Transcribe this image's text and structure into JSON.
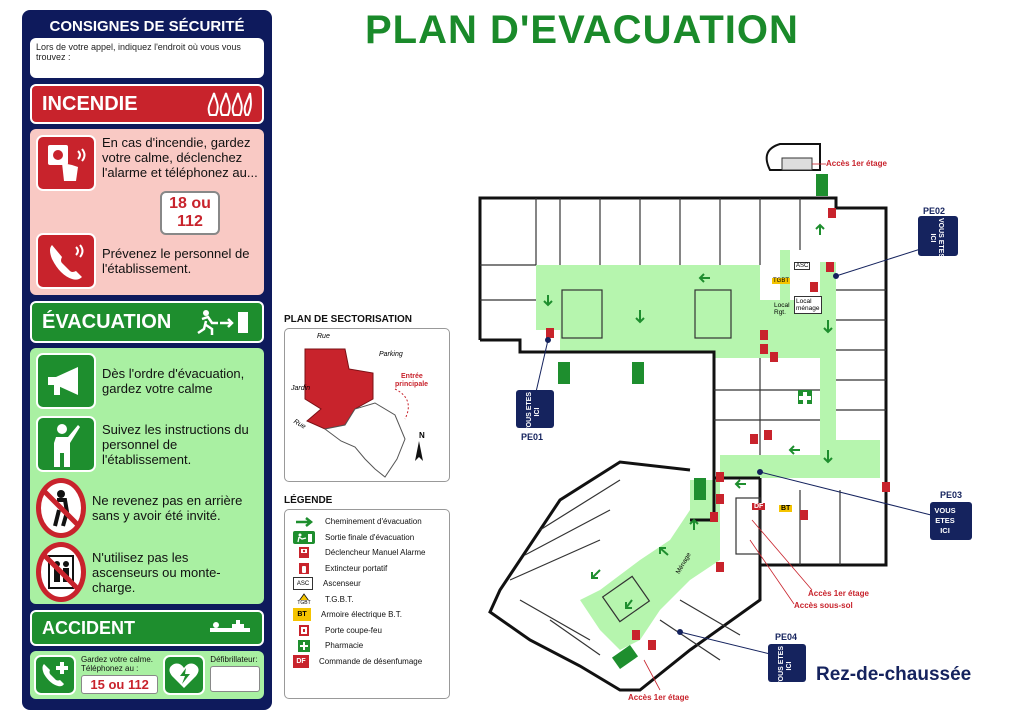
{
  "title": "PLAN D'EVACUATION",
  "left_panel": {
    "header": "CONSIGNES DE SÉCURITÉ",
    "call_instruction": "Lors de votre appel, indiquez l'endroit où vous vous trouvez :",
    "fire": {
      "title": "INCENDIE",
      "instruction_1": "En cas d'incendie, gardez votre calme, déclenchez l'alarme et téléphonez au...",
      "number_top": "18 ou",
      "number_bottom": "112",
      "instruction_2": "Prévenez le personnel de l'établissement."
    },
    "evacuation": {
      "title": "ÉVACUATION",
      "items": [
        "Dès l'ordre d'évacuation, gardez votre calme",
        "Suivez les instructions du personnel de l'établissement.",
        "Ne revenez pas en arrière sans y avoir été invité.",
        "N'utilisez pas les ascenseurs ou monte-charge."
      ]
    },
    "accident": {
      "title": "ACCIDENT",
      "keep_calm": "Gardez votre calme.",
      "call": "Téléphonez au :",
      "number": "15 ou 112",
      "defib": "Défibrillateur:"
    }
  },
  "sectorisation": {
    "title": "PLAN DE SECTORISATION",
    "labels": {
      "rue_top": "Rue",
      "parking": "Parking",
      "entree_1": "Entrée",
      "entree_2": "principale",
      "jardin": "Jardin",
      "rue_side": "Rue"
    },
    "compass": "N"
  },
  "legend": {
    "title": "LÉGENDE",
    "items": [
      {
        "label": "Cheminement d'évacuation",
        "icon": "green-arrow-icon"
      },
      {
        "label": "Sortie finale d'évacuation",
        "icon": "exit-sign-icon"
      },
      {
        "label": "Déclencheur Manuel Alarme",
        "icon": "alarm-trigger-icon"
      },
      {
        "label": "Extincteur portatif",
        "icon": "extinguisher-icon"
      },
      {
        "label": "Ascenseur",
        "icon": "elevator-icon",
        "glyph": "ASC"
      },
      {
        "label": "T.G.B.T.",
        "icon": "tgbt-icon",
        "glyph": "TGBT"
      },
      {
        "label": "Armoire électrique B.T.",
        "icon": "electric-cabinet-icon",
        "glyph": "BT"
      },
      {
        "label": "Porte coupe-feu",
        "icon": "fire-door-icon"
      },
      {
        "label": "Pharmacie",
        "icon": "pharmacy-icon"
      },
      {
        "label": "Commande de désenfumage",
        "icon": "smoke-control-icon",
        "glyph": "DF"
      }
    ]
  },
  "map": {
    "pe": [
      {
        "id": "PE02",
        "text": "VOUS ETES ICI"
      },
      {
        "id": "PE01",
        "text": "VOUS ETES ICI"
      },
      {
        "id": "PE03",
        "text": "VOUS ETES ICI"
      },
      {
        "id": "PE04",
        "text": "VOUS ETES ICI"
      }
    ],
    "labels": {
      "acces_1er_top": "Accès 1er étage",
      "acces_1er_mid": "Accès 1er étage",
      "acces_sous_sol": "Accès sous-sol",
      "acces_1er_bottom": "Accès 1er étage",
      "local_rgt": "Local Rgt.",
      "local_menage": "Local ménage",
      "menage": "Ménage",
      "tgbt": "TGBT",
      "asc": "ASC",
      "bt": "BT",
      "df": "DF"
    },
    "floor_name": "Rez-de-chaussée"
  },
  "colors": {
    "green": "#1e8e2e",
    "light_green": "#a9f0a2",
    "red": "#c8232c",
    "navy": "#0e1a5c",
    "pink": "#f9c9c4"
  }
}
